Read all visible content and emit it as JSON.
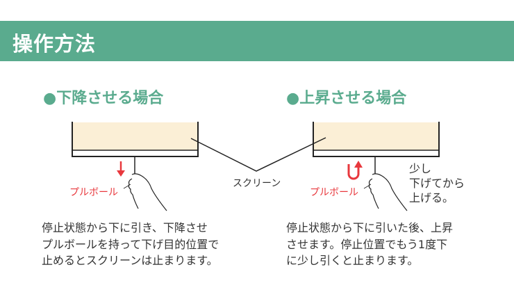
{
  "title": "操作方法",
  "lower": {
    "heading": "●下降させる場合",
    "pull_ball_label": "プルボール",
    "description": [
      "停止状態から下に引き、下降させ",
      "プルボールを持って下げ目的位置で",
      "止めるとスクリーンは止まります。"
    ]
  },
  "raise": {
    "heading": "●上昇させる場合",
    "pull_ball_label": "プルボール",
    "note": [
      "少し",
      "下げてから",
      "上げる。"
    ],
    "description": [
      "停止状態から下に引いた後、上昇",
      "させます。停止位置でもう1度下",
      "に少し引くと止まります。"
    ]
  },
  "screen_label": "スクリーン",
  "colors": {
    "accent": "#5aab8e",
    "screen": "#fbefd6",
    "arrow": "#e8383d"
  }
}
